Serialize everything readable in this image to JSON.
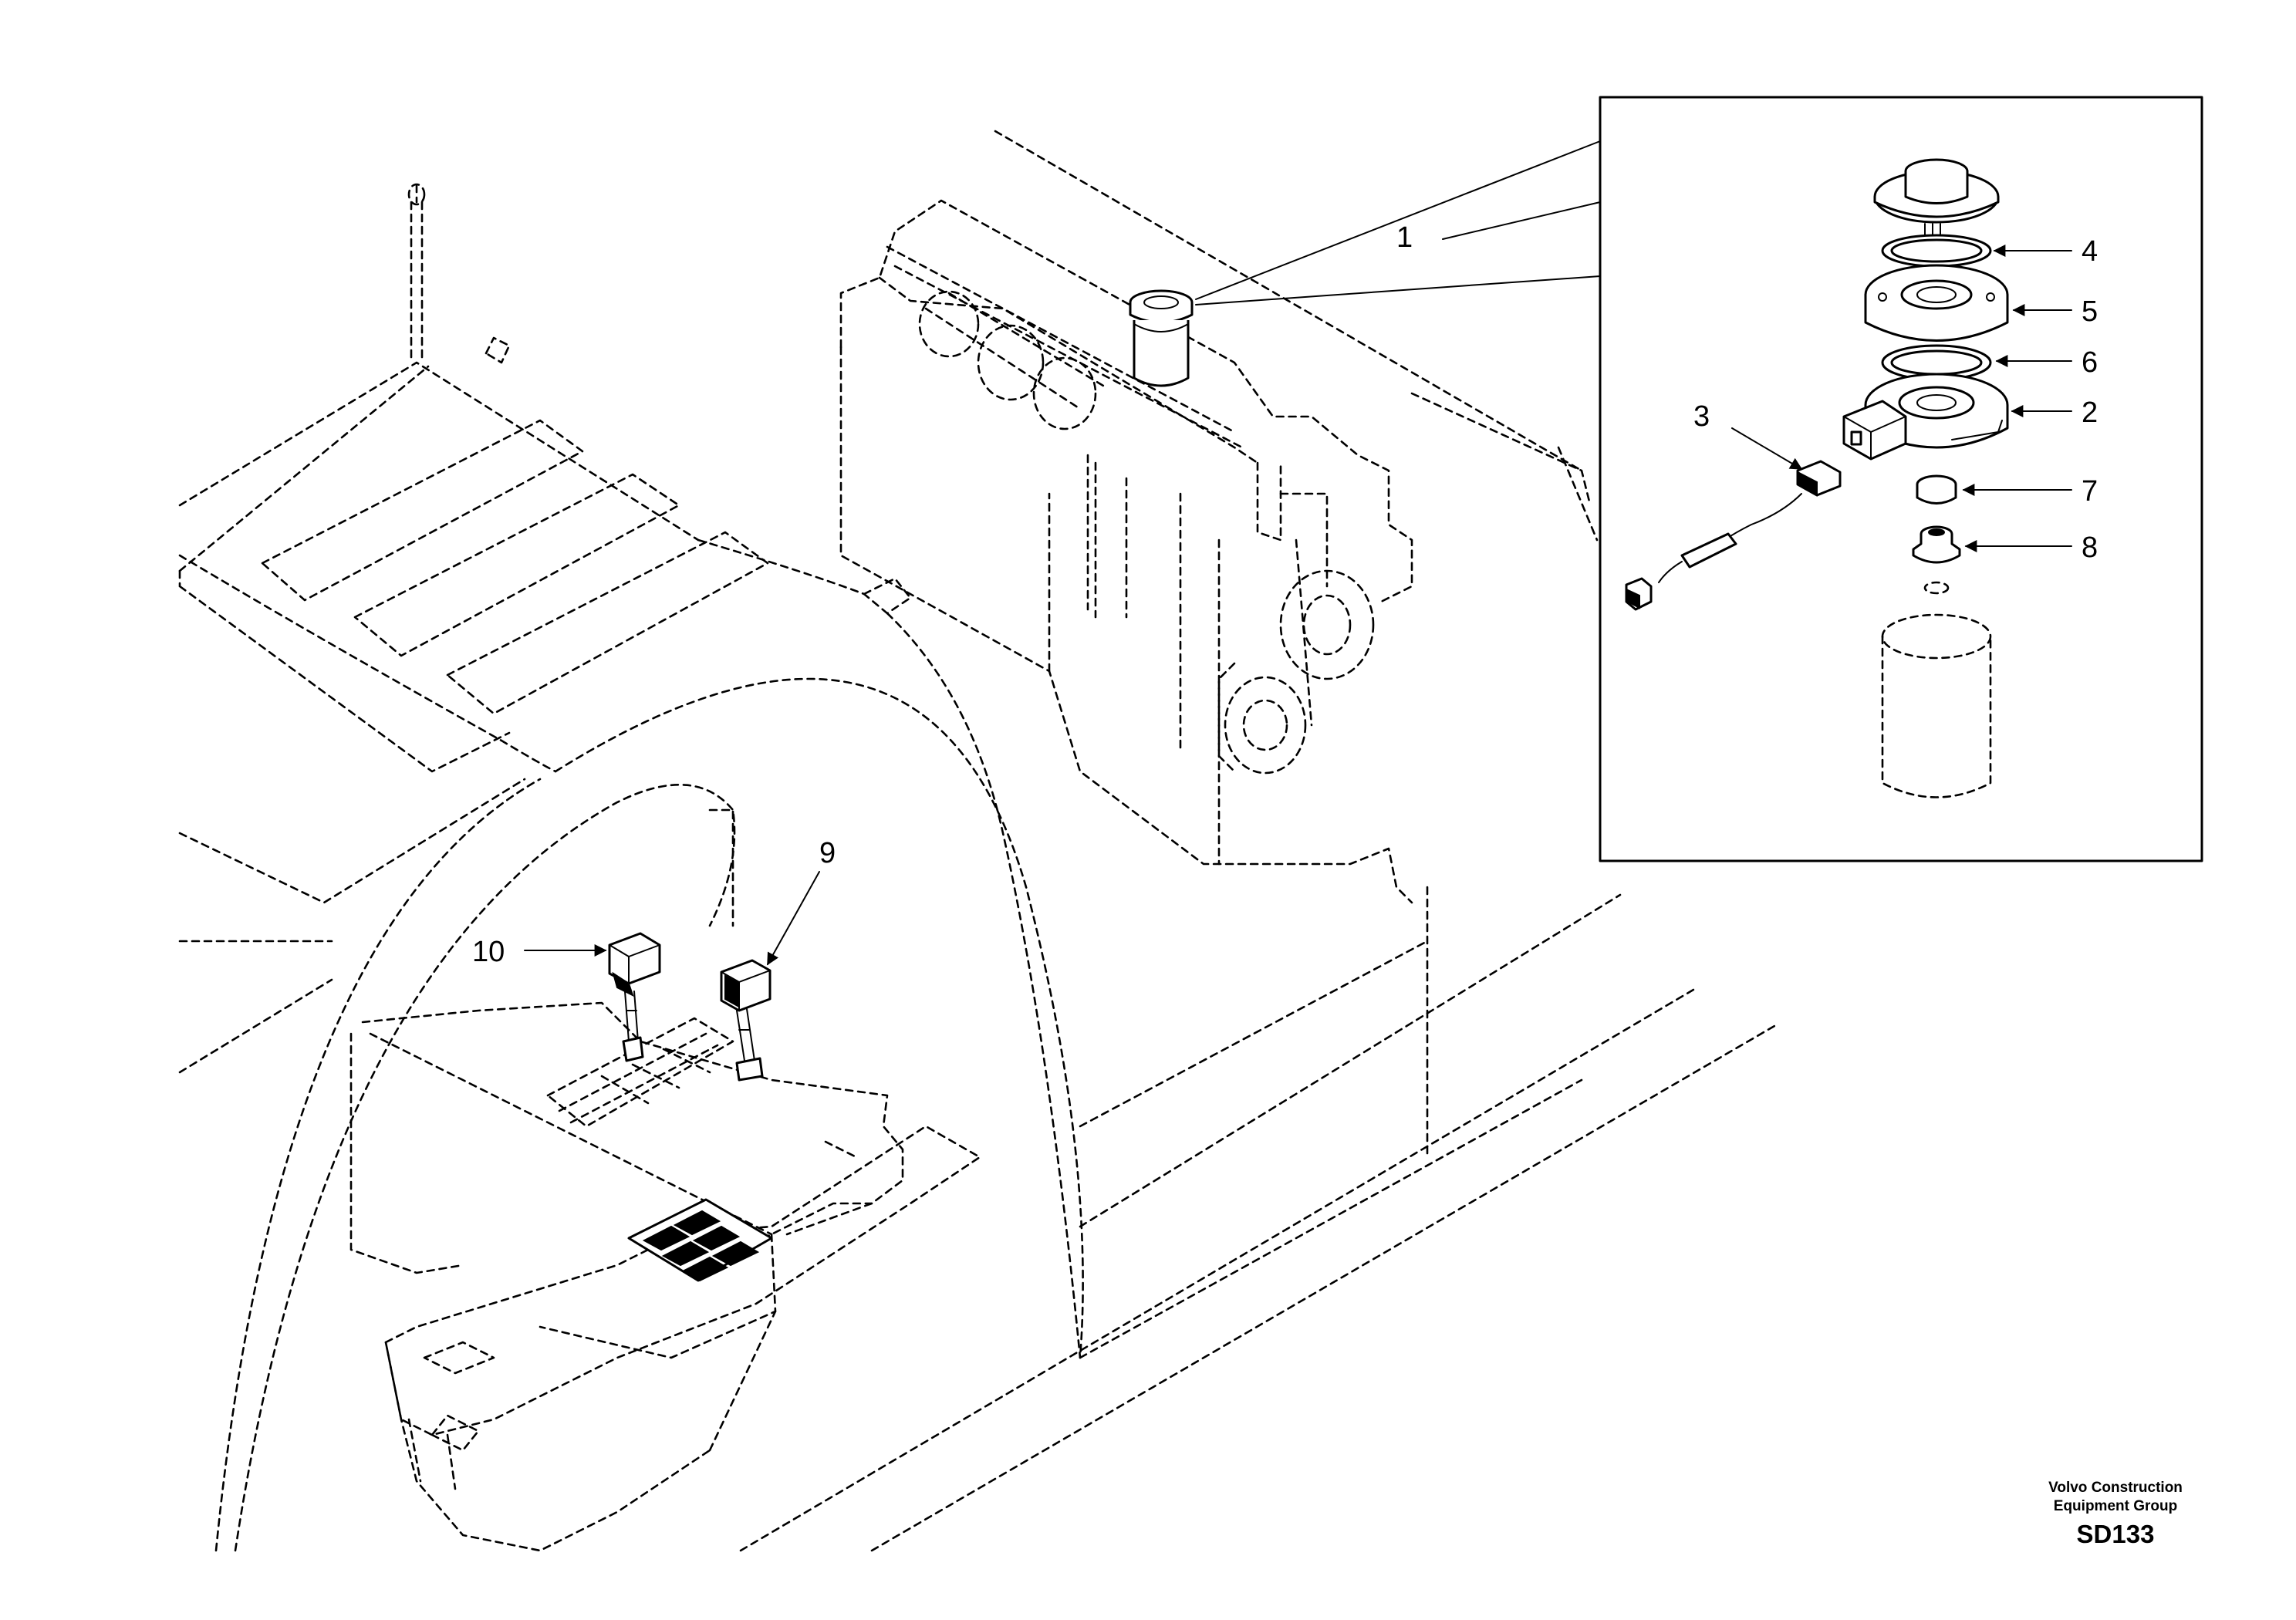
{
  "callouts": {
    "c1": "1",
    "c2": "2",
    "c3": "3",
    "c4": "4",
    "c5": "5",
    "c6": "6",
    "c7": "7",
    "c8": "8",
    "c9": "9",
    "c10": "10"
  },
  "footer": {
    "publisher_line1": "Volvo Construction",
    "publisher_line2": "Equipment Group",
    "sheet_code": "SD133"
  },
  "colors": {
    "ink": "#000000",
    "paper": "#ffffff"
  }
}
